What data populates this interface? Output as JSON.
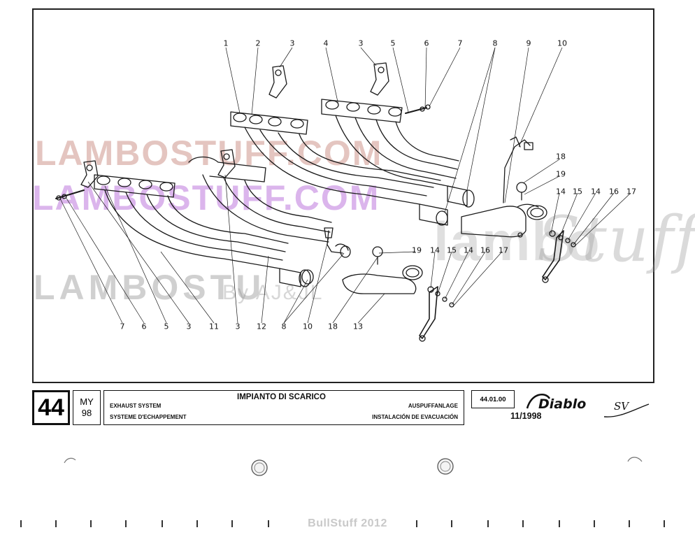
{
  "watermarks": {
    "primary": "LAMBOSTUFF.COM",
    "secondary": "LAMBOSTUFF.COM",
    "tertiary": "LAMBOSTU",
    "tagline": "By AJ&JL",
    "script_stuff": "Stuff",
    "lambo_partial": "lambo"
  },
  "diagram": {
    "callouts_top": [
      "1",
      "2",
      "3",
      "4",
      "3",
      "5",
      "6",
      "7",
      "8",
      "9",
      "10"
    ],
    "callouts_bottom": [
      "7",
      "6",
      "5",
      "3",
      "11",
      "3",
      "12",
      "8",
      "10",
      "18",
      "13"
    ],
    "callouts_right_upper": [
      "18",
      "19",
      "14",
      "15",
      "14",
      "16",
      "17"
    ],
    "callouts_mid": [
      "19",
      "14",
      "15",
      "14",
      "16",
      "17"
    ]
  },
  "title_block": {
    "page_number": "44",
    "model_label": "MY",
    "model_year": "98",
    "title_it": "IMPIANTO DI SCARICO",
    "title_en": "EXHAUST SYSTEM",
    "title_fr": "SYSTEME D'ECHAPPEMENT",
    "title_de": "AUSPUFFANLAGE",
    "title_es": "INSTALACIÓN DE EVACUACIÓN",
    "section_code": "44.01.00",
    "date": "11/1998",
    "logo_text": "Diablo",
    "logo_suffix": "SV"
  },
  "footer": {
    "text": "BullStuff 2012"
  }
}
